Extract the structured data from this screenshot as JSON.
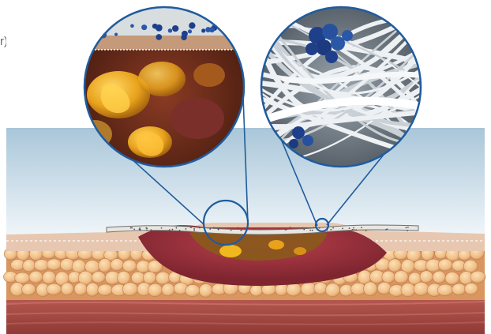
{
  "figure": {
    "subject": "wound-dressing-cross-section",
    "edge_text": "r)",
    "colors": {
      "background": "#ffffff",
      "sky_top": "#a9c6d9",
      "sky_bottom": "#f2f7fa",
      "callout_ring": "#1f5c9e",
      "dressing": "#e9e6df",
      "dressing_dots": "#24459a",
      "fat_cells": "#f1c48f",
      "fat_shadow": "#c98a5a",
      "wound_tissue": "#9a2f3a",
      "exudate_gold": "#e6a21c",
      "muscle": "#a44a45",
      "fibers": "#eef1f4"
    }
  },
  "callouts": [
    {
      "id": "wound-bed-zoom",
      "depicts": "gold-exudate-under-dressing"
    },
    {
      "id": "fiber-zoom",
      "depicts": "dressing-fibers-with-blue-particles"
    }
  ]
}
